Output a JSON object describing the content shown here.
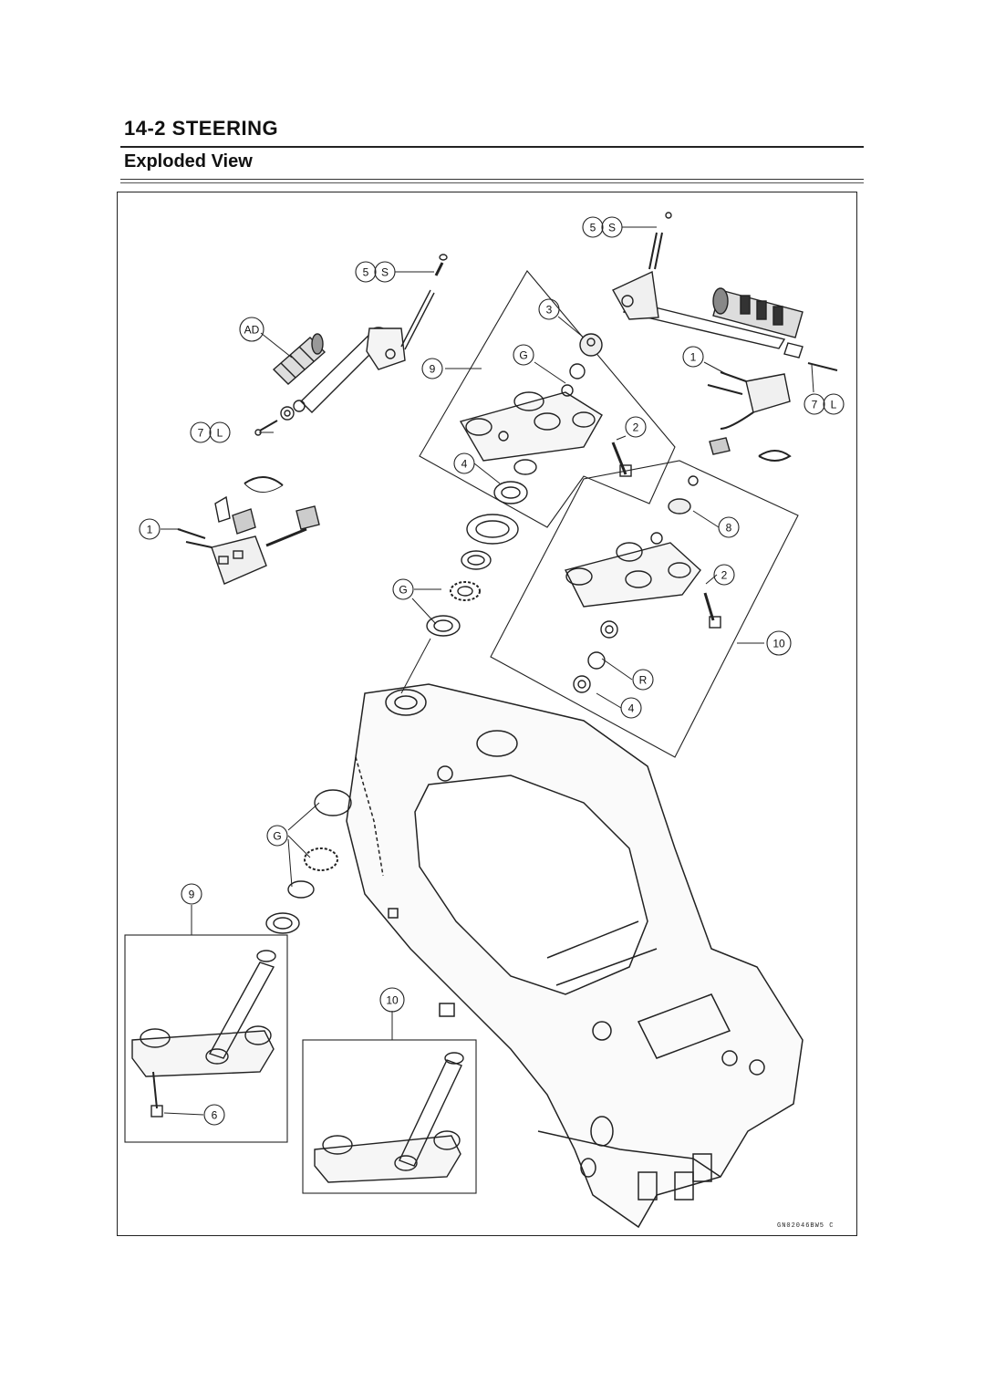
{
  "header": {
    "title": "14-2 STEERING",
    "subtitle": "Exploded View"
  },
  "figure": {
    "code": "GN02046BW5 C",
    "callouts": {
      "c5_top": [
        "5",
        "S"
      ],
      "c5_left": [
        "5",
        "S"
      ],
      "c3": "3",
      "c9_top": "9",
      "cG1": "G",
      "cAD": "AD",
      "c1_right": "1",
      "c7_right": [
        "7",
        "L"
      ],
      "c2_top": "2",
      "c7_left": [
        "7",
        "L"
      ],
      "c4_top": "4",
      "c8": "8",
      "c1_left": "1",
      "c2_mid": "2",
      "cG2": "G",
      "c10_top": "10",
      "cR": "R",
      "c4_mid": "4",
      "cG3": "G",
      "c9_bottom": "9",
      "c10_bottom": "10",
      "c6": "6"
    }
  }
}
